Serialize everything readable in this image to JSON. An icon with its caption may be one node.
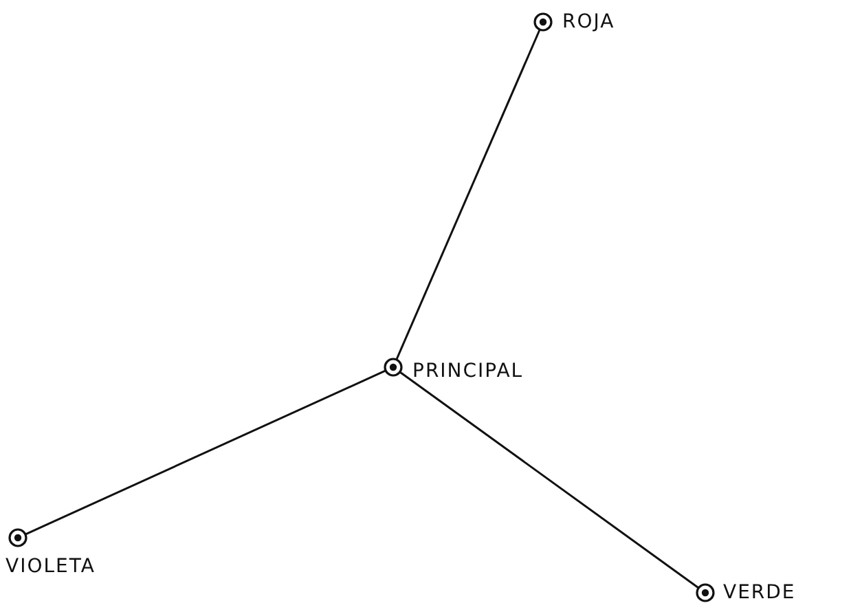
{
  "diagram": {
    "nodes": [
      {
        "text": [],
        "shape": "circle",
        "beside": [
          "ROJA"
        ]
      },
      {
        "text": [],
        "shape": "circle",
        "beside": [
          "PRINCIPAL"
        ]
      },
      {
        "text": [],
        "shape": "circle",
        "beside": [
          "VIOLETA"
        ]
      },
      {
        "text": [],
        "shape": "circle",
        "beside": [
          "VERDE"
        ]
      }
    ],
    "edges": [
      {
        "from": 1,
        "to": 0,
        "arrow": "none"
      },
      {
        "from": 1,
        "to": 2,
        "arrow": "none"
      },
      {
        "from": 1,
        "to": 3,
        "arrow": "none"
      }
    ]
  }
}
